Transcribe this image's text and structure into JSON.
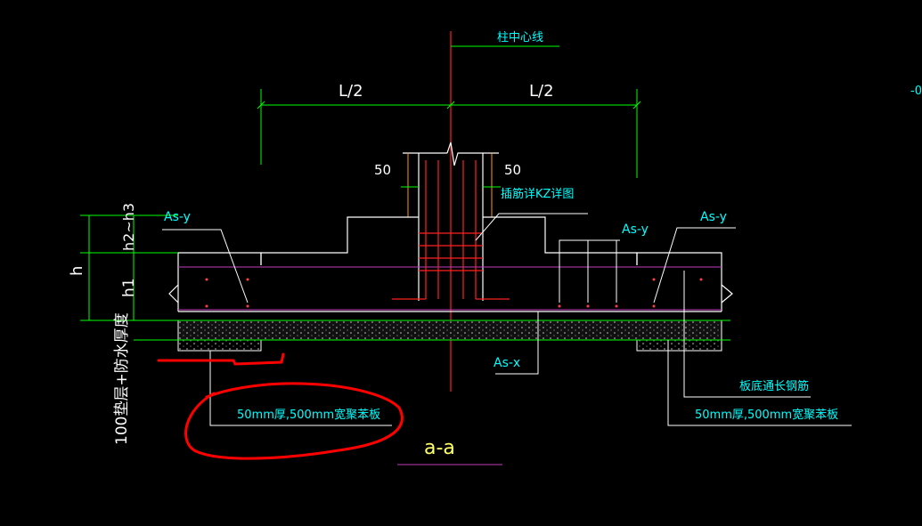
{
  "colors": {
    "background": "#000000",
    "dimension": "#00ff00",
    "concrete": "#ffffff",
    "rebar": "#ff2020",
    "slab_line": "#c040c0",
    "text": "#00ffff",
    "title": "#ffff66",
    "markup": "#ff0000"
  },
  "labels": {
    "column_centerline": "柱中心线",
    "half_span_left": "L/2",
    "half_span_right": "L/2",
    "offset_left": "50",
    "offset_right": "50",
    "dowel_note": "插筋详KZ详图",
    "rebar_y_left": "As-y",
    "rebar_y_mid": "As-y",
    "rebar_y_right": "As-y",
    "rebar_x": "As-x",
    "depth_h": "h",
    "depth_h1": "h1",
    "depth_h2_h3": "h2~h3",
    "cushion_note": "100垫层+防水厚度",
    "slab_bottom_note": "板底通长钢筋",
    "board_left": "50mm厚,500mm宽聚苯板",
    "board_right": "50mm厚,500mm宽聚苯板",
    "section_title": "a-a",
    "edge_fragment": "-0"
  }
}
